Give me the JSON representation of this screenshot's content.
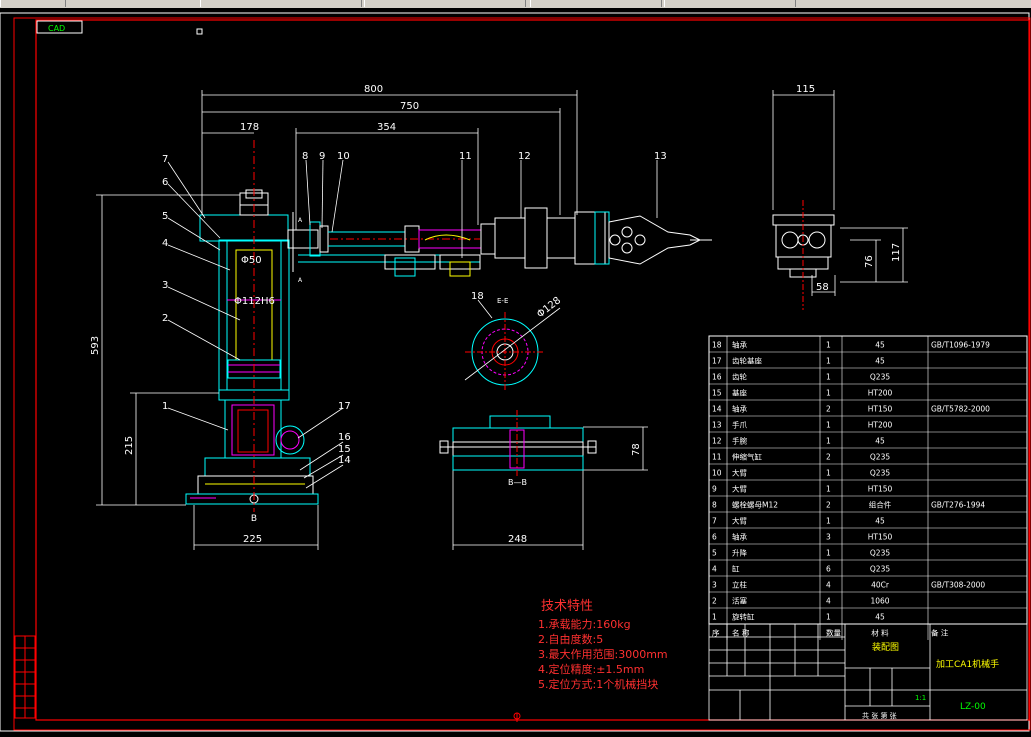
{
  "ui": {
    "tab_label": "CAD",
    "colors": {
      "background": "#000000",
      "frame": "#ff0000",
      "part": "#00ffff",
      "title": "#ff3030",
      "bom_text": "#ffffff",
      "tab_text": "#00ff00"
    }
  },
  "dims": {
    "d800": "800",
    "d750": "750",
    "d178": "178",
    "d354": "354",
    "d593": "593",
    "d215": "215",
    "d225": "225",
    "d248": "248",
    "d115": "115",
    "d117": "117",
    "d76": "76",
    "d58": "58",
    "d78": "78",
    "d128": "Φ128",
    "d50": "Φ50",
    "d112": "Φ112H6"
  },
  "labels": {
    "view_b": "B",
    "view_bb": "B—B",
    "view_ee": "E-E",
    "arrow_a": "A"
  },
  "balloons": [
    "1",
    "2",
    "3",
    "4",
    "5",
    "6",
    "7",
    "8",
    "9",
    "10",
    "11",
    "12",
    "13",
    "14",
    "15",
    "16",
    "17",
    "18"
  ],
  "tech": {
    "title": "技术特性",
    "lines": [
      "1.承载能力:160kg",
      "2.自由度数:5",
      "3.最大作用范围:3000mm",
      "4.定位精度:±1.5mm",
      "5.定位方式:1个机械挡块"
    ]
  },
  "bom": [
    {
      "no": "18",
      "name": "轴承",
      "qty": "1",
      "mat": "45",
      "std": "GB/T1096-1979"
    },
    {
      "no": "17",
      "name": "齿轮基座",
      "qty": "1",
      "mat": "45",
      "std": ""
    },
    {
      "no": "16",
      "name": "齿轮",
      "qty": "1",
      "mat": "Q235",
      "std": ""
    },
    {
      "no": "15",
      "name": "基座",
      "qty": "1",
      "mat": "HT200",
      "std": ""
    },
    {
      "no": "14",
      "name": "轴承",
      "qty": "2",
      "mat": "HT150",
      "std": "GB/T5782-2000"
    },
    {
      "no": "13",
      "name": "手爪",
      "qty": "1",
      "mat": "HT200",
      "std": ""
    },
    {
      "no": "12",
      "name": "手腕",
      "qty": "1",
      "mat": "45",
      "std": ""
    },
    {
      "no": "11",
      "name": "伸缩气缸",
      "qty": "2",
      "mat": "Q235",
      "std": ""
    },
    {
      "no": "10",
      "name": "大臂",
      "qty": "1",
      "mat": "Q235",
      "std": ""
    },
    {
      "no": "9",
      "name": "大臂",
      "qty": "1",
      "mat": "HT150",
      "std": ""
    },
    {
      "no": "8",
      "name": "螺栓螺母M12",
      "qty": "2",
      "mat": "组合件",
      "std": "GB/T276-1994"
    },
    {
      "no": "7",
      "name": "大臂",
      "qty": "1",
      "mat": "45",
      "std": ""
    },
    {
      "no": "6",
      "name": "轴承",
      "qty": "3",
      "mat": "HT150",
      "std": ""
    },
    {
      "no": "5",
      "name": "升降",
      "qty": "1",
      "mat": "Q235",
      "std": ""
    },
    {
      "no": "4",
      "name": "缸",
      "qty": "6",
      "mat": "Q235",
      "std": ""
    },
    {
      "no": "3",
      "name": "立柱",
      "qty": "4",
      "mat": "40Cr",
      "std": "GB/T308-2000"
    },
    {
      "no": "2",
      "name": "活塞",
      "qty": "4",
      "mat": "1060",
      "std": ""
    },
    {
      "no": "1",
      "name": "旋转缸",
      "qty": "1",
      "mat": "45",
      "std": ""
    }
  ],
  "bom_header": {
    "no": "序",
    "name": "名 称",
    "qty": "数量",
    "mat": "材 料",
    "std": "备 注"
  },
  "titleblock": {
    "part_name": "装配图",
    "title": "加工CA1机械手",
    "drawing_no": "LZ-00",
    "ratio": "1:1",
    "sheet": "共 张 第 张"
  }
}
